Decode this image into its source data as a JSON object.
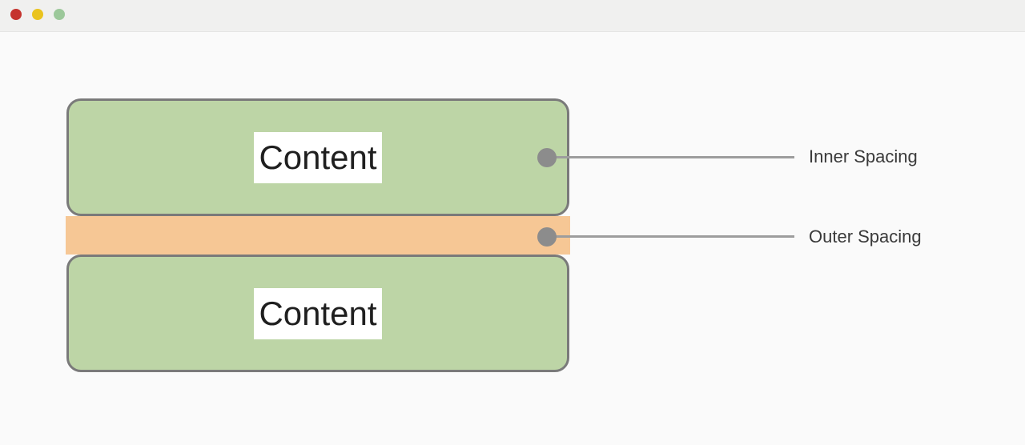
{
  "window": {
    "titlebar": {
      "buttons": [
        {
          "name": "close",
          "color": "#c5332e"
        },
        {
          "name": "minimize",
          "color": "#eac31e"
        },
        {
          "name": "zoom",
          "color": "#9cc89a"
        }
      ]
    }
  },
  "diagram": {
    "boxes": [
      {
        "label": "Content"
      },
      {
        "label": "Content"
      }
    ],
    "annotations": [
      {
        "label": "Inner Spacing"
      },
      {
        "label": "Outer Spacing"
      }
    ],
    "colors": {
      "content_fill": "#bdd5a6",
      "content_border": "#7a7a7a",
      "content_label_bg": "#ffffff",
      "outer_spacing_fill": "#f6c795",
      "connector_dot": "#8c8c8c",
      "connector_line": "#9d9d9d",
      "annotation_text": "#3a3a3a",
      "titlebar_bg": "#f0f0ef",
      "page_bg": "#fafafa"
    }
  }
}
